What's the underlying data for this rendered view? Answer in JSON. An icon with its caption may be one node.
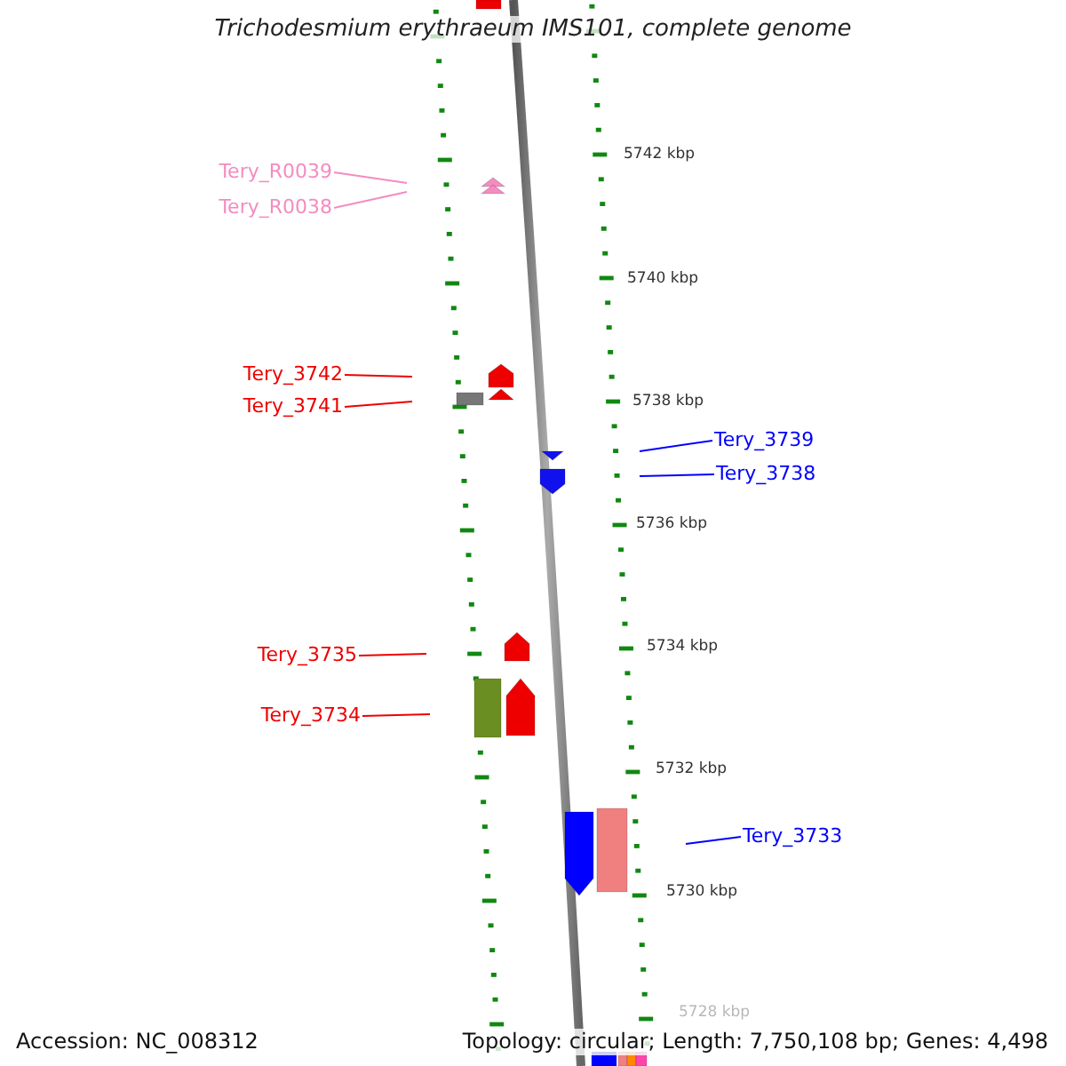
{
  "diagram": {
    "title": "Trichodesmium erythraeum IMS101, complete genome",
    "nodes": [
      {
        "text": [
          "Tery_R0039"
        ]
      },
      {
        "text": [
          "Tery_R0038"
        ]
      },
      {
        "text": [
          "Tery_3742"
        ]
      },
      {
        "text": [
          "Tery_3741"
        ]
      },
      {
        "text": [
          "Tery_3739"
        ]
      },
      {
        "text": [
          "Tery_3738"
        ]
      },
      {
        "text": [
          "Tery_3735"
        ]
      },
      {
        "text": [
          "Tery_3734"
        ]
      },
      {
        "text": [
          "Tery_3733"
        ]
      }
    ],
    "edges": [
      {
        "from": 0,
        "to": null,
        "arrow": "none",
        "color": "#f48cc0"
      },
      {
        "from": 1,
        "to": null,
        "arrow": "none",
        "color": "#f48cc0"
      },
      {
        "from": 2,
        "to": null,
        "arrow": "none"
      },
      {
        "from": 3,
        "to": null,
        "arrow": "none"
      },
      {
        "from": 4,
        "to": null,
        "arrow": "none",
        "color": "#0000ff"
      },
      {
        "from": 5,
        "to": null,
        "arrow": "none",
        "color": "#0000ff"
      },
      {
        "from": 6,
        "to": null,
        "arrow": "none"
      },
      {
        "from": 7,
        "to": null,
        "arrow": "none"
      },
      {
        "from": 8,
        "to": null,
        "arrow": "none",
        "color": "#0000ff"
      }
    ],
    "labels": [
      "5742 kbp",
      "5740 kbp",
      "5738 kbp",
      "5736 kbp",
      "5734 kbp",
      "5732 kbp",
      "5730 kbp",
      "5728 kbp",
      "Accession: NC_008312",
      "Topology: circular; Length: 7,750,108 bp; Genes: 4,498"
    ]
  }
}
